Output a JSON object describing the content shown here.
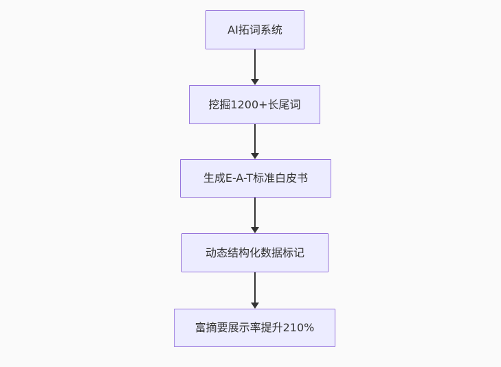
{
  "diagram": {
    "type": "flowchart",
    "direction": "top-down",
    "colors": {
      "background": "#fafafa",
      "node_fill": "#ECECFF",
      "node_border": "#9370DB",
      "arrow": "#333333",
      "text": "#333333"
    },
    "nodes": [
      {
        "id": "A",
        "label": "AI拓词系统"
      },
      {
        "id": "B",
        "label": "挖掘1200+长尾词"
      },
      {
        "id": "C",
        "label": "生成E-A-T标准白皮书"
      },
      {
        "id": "D",
        "label": "动态结构化数据标记"
      },
      {
        "id": "E",
        "label": "富摘要展示率提升210%"
      }
    ],
    "edges": [
      {
        "from": "A",
        "to": "B"
      },
      {
        "from": "B",
        "to": "C"
      },
      {
        "from": "C",
        "to": "D"
      },
      {
        "from": "D",
        "to": "E"
      }
    ]
  }
}
